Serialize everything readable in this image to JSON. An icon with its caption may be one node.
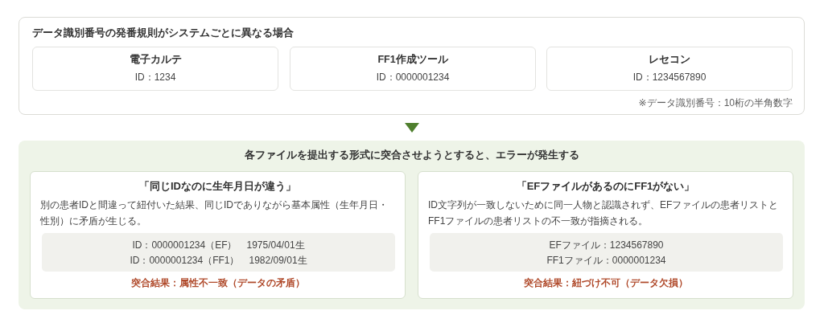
{
  "diagram": {
    "nodes": [
      {
        "text": [
          "データ識別番号の発番規則がシステムごとに異なる場合",
          "※データ識別番号：10桁の半角数字"
        ]
      },
      {
        "text": [
          "電子カルテ",
          "ID：1234"
        ],
        "in": 0
      },
      {
        "text": [
          "FF1作成ツール",
          "ID：0000001234"
        ],
        "in": 0
      },
      {
        "text": [
          "レセコン",
          "ID：1234567890"
        ],
        "in": 0
      },
      {
        "text": [
          "各ファイルを提出する形式に突合させようとすると、エラーが発生する"
        ]
      },
      {
        "text": [
          "「同じIDなのに生年月日が違う」",
          "別の患者IDと間違って紐付いた結果、同じIDでありながら基本属性（生年月日・性別）に矛盾が生じる。",
          "突合結果：属性不一致（データの矛盾）"
        ],
        "in": 4
      },
      {
        "text": [
          "ID：0000001234（EF）　1975/04/01生",
          "ID：0000001234（FF1）　1982/09/01生"
        ],
        "in": 5
      },
      {
        "text": [
          "「EFファイルがあるのにFF1がない」",
          "ID文字列が一致しないために同一人物と認識されず、EFファイルの患者リストとFF1ファイルの患者リストの不一致が指摘される。",
          "突合結果：紐づけ不可（データ欠損）"
        ],
        "in": 4
      },
      {
        "text": [
          "EFファイル：1234567890",
          "FF1ファイル：0000001234"
        ],
        "in": 7
      }
    ],
    "edges": [
      {
        "from": 0,
        "to": 4,
        "arrow": "to"
      }
    ]
  }
}
